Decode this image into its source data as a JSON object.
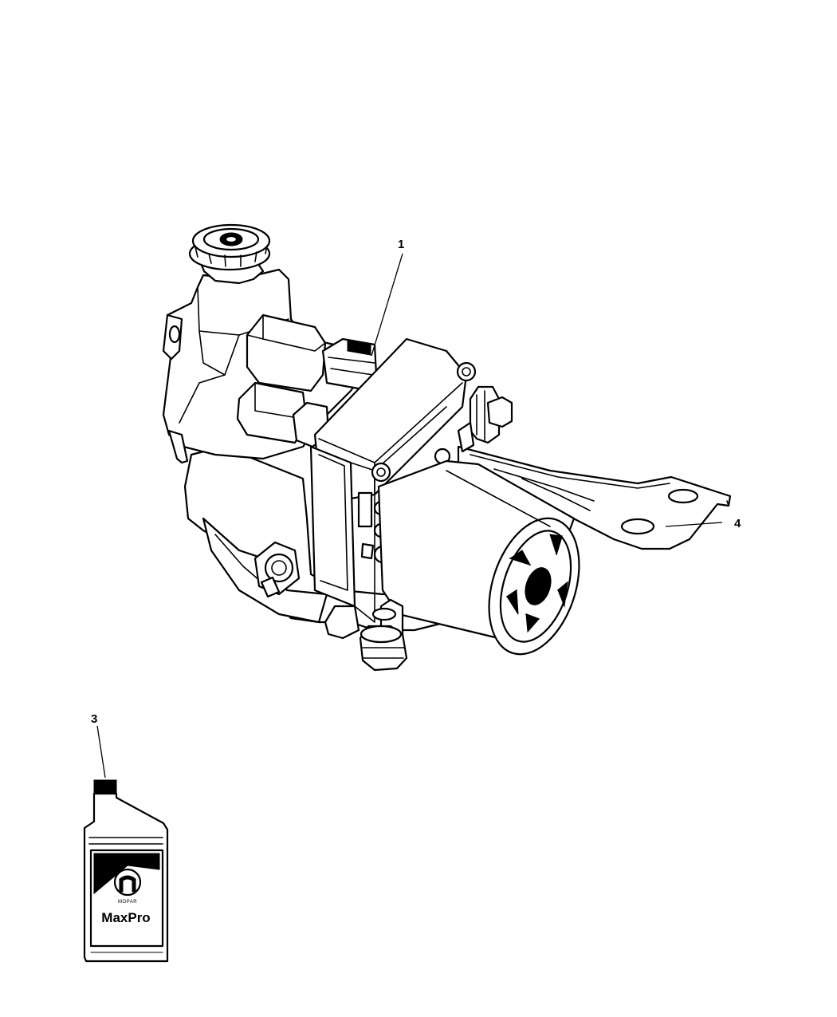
{
  "callouts": {
    "item_1": "1",
    "item_3": "3",
    "item_4": "4"
  },
  "bottle": {
    "logo_text": "MOPAR",
    "brand_text": "MaxPro"
  },
  "icons": {
    "pump": "power-steering-pump-assembly-illustration",
    "bracket": "mounting-bracket-illustration",
    "bottle": "fluid-bottle-illustration"
  }
}
